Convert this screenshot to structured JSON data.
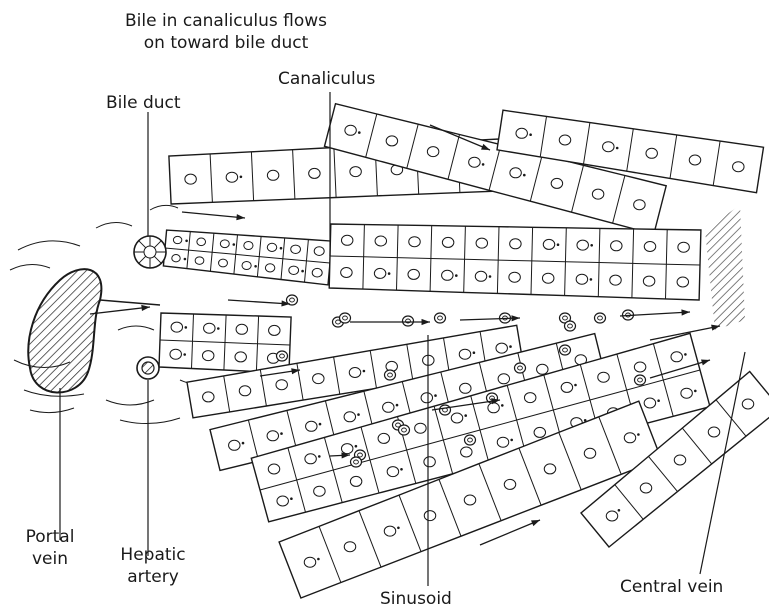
{
  "labels": {
    "bile_flow": [
      "Bile in canaliculus flows",
      "on toward bile duct"
    ],
    "canaliculus": "Canaliculus",
    "bile_duct": "Bile duct",
    "portal_vein": [
      "Portal",
      "vein"
    ],
    "hepatic_artery": [
      "Hepatic",
      "artery"
    ],
    "sinusoid": "Sinusoid",
    "central_vein": "Central vein"
  },
  "colors": {
    "ink": "#1a1a1a",
    "background": "#ffffff"
  }
}
